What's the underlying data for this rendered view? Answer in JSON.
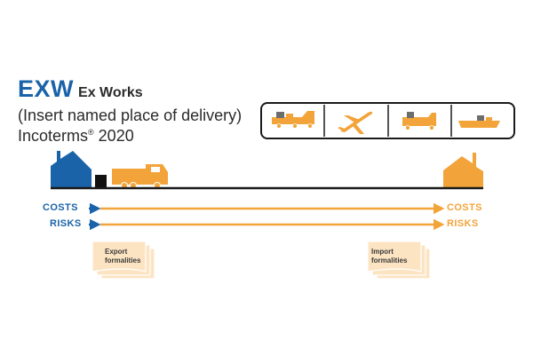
{
  "header": {
    "code": "EXW",
    "name": "Ex Works",
    "subtitle_main": "(Insert named place of delivery) Incoterms",
    "subtitle_mark": "®",
    "subtitle_year": " 2020"
  },
  "transport_modes": [
    {
      "icon": "truck-icon"
    },
    {
      "icon": "airplane-icon"
    },
    {
      "icon": "delivery-truck-icon"
    },
    {
      "icon": "ship-icon"
    }
  ],
  "rows": {
    "costs_label": "COSTS",
    "risks_label": "RISKS"
  },
  "documents": {
    "export": "Export formalities",
    "import": "Import formalities"
  },
  "colors": {
    "seller": "#1b63a8",
    "buyer": "#f2a43a",
    "document_fill": "#fce4c2",
    "line": "#1a1a1a"
  }
}
